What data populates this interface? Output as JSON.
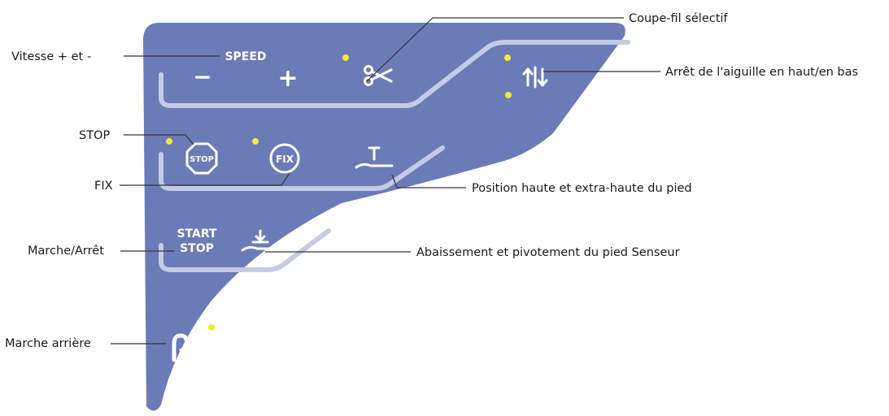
{
  "panel": {
    "speed_title": "SPEED",
    "speed_minus": "−",
    "speed_plus": "+",
    "stop_button": "STOP",
    "fix_button": "FIX",
    "start_stop_line1": "START",
    "start_stop_line2": "STOP"
  },
  "callouts": {
    "coupe_fil": "Coupe-fil sélectif",
    "vitesse": "Vitesse + et -",
    "arret_aiguille": "Arrêt de l'aiguille en haut/en bas",
    "stop": "STOP",
    "fix": "FIX",
    "position_pied": "Position haute et extra-haute du pied",
    "marche_arret": "Marche/Arrêt",
    "abaissement": "Abaissement et pivotement du pied Senseur",
    "marche_arriere": "Marche arrière"
  },
  "colors": {
    "panel": "#6b7bb7",
    "panel_groove": "#c4cbe6",
    "indicator": "#f2ea3a",
    "callout_line": "#333333"
  },
  "icons": [
    "scissors-icon",
    "needle-up-down-icon",
    "presser-foot-up-icon",
    "presser-foot-down-icon",
    "reverse-arrow-icon"
  ]
}
